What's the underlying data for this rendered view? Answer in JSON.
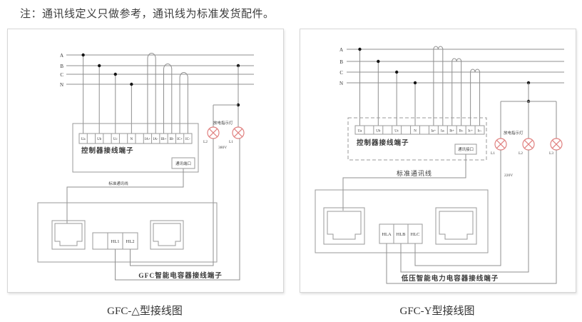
{
  "note": "注：通讯线定义只做参考，通讯线为标准发货配件。",
  "colors": {
    "lamp": "#e0807f",
    "wire": "#8f8f8f",
    "panel_border": "#d6d6d6",
    "text": "#3a3a3a"
  },
  "left": {
    "caption": "GFC-△型接线图",
    "phases": [
      "A",
      "B",
      "C",
      "N"
    ],
    "controller": {
      "label": "控制器接线端子",
      "port": "通讯端口",
      "terminals": [
        "Ua",
        "",
        "Ub",
        "",
        "Uc",
        "",
        "N",
        "",
        "IA+",
        "IA-",
        "IB+",
        "IB-",
        "IC+",
        "IC-"
      ]
    },
    "comm_label": "标准通讯线",
    "lamp_group_label": "放电指示灯",
    "voltage": "380V",
    "lamps": [
      "L2",
      "L1"
    ],
    "capacitor": {
      "label": "GFC智能电容器接线端子",
      "terminals": [
        "",
        "HL1",
        "HL2"
      ]
    }
  },
  "right": {
    "caption": "GFC-Y型接线图",
    "phases": [
      "A",
      "B",
      "C",
      "N"
    ],
    "controller": {
      "label": "控制器接线端子",
      "port": "通讯接口",
      "terminals": [
        "Ua",
        "",
        "Ub",
        "",
        "Uc",
        "",
        "N",
        "",
        "Ia+",
        "Ia-",
        "Ib+",
        "Ib-",
        "Ic+",
        "Ic-"
      ]
    },
    "comm_label": "标准通讯线",
    "lamp_group_label": "放电指示灯",
    "voltage": "220V",
    "lamps": [
      "L1",
      "L2",
      "L3"
    ],
    "capacitor": {
      "label": "低压智能电力电容器接线端子",
      "terminals": [
        "HLA",
        "HLB",
        "HLC"
      ]
    }
  }
}
